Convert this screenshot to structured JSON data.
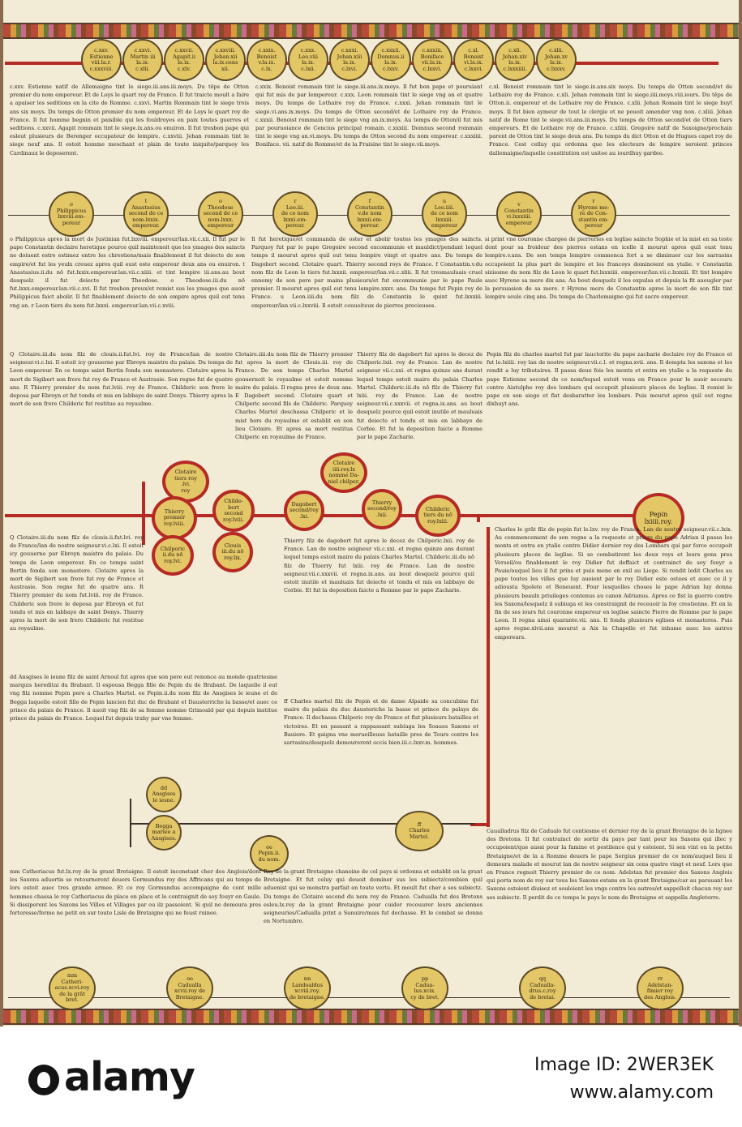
{
  "top_medallions": [
    "c.xxv.\nEstienne\nviii.la.r.\nc.xxxviii.",
    "c.xxvi.\nMartin iii\nla.ix.\nc.xlii.",
    "c.xxvii.\nAgapit.ii\nla.ix.\nc.xlv.",
    "c.xxviii.\nJehan.xii\nla.ix.cens\nxii.",
    "c.xxix.\nBenoist\nv.la.ix.\nc.lx.",
    "c.xxx.\nLeo.viii\nla.ix.\nc.lxii.",
    "c.xxxi.\nJehan.xiii\nla.ix.\nc.lxvi.",
    "c.xxxii.\nDomnus.ii\nla.ix.\nc.lxxv.",
    "c.xxxiii.\nBoniface\nvii.la.ix.\nc.lxxvi.",
    "c.xl.\nBenoist\nvi.la.ix.\nc.lxxvi.",
    "c.xli.\nJehan.xiv\nla.ix.\nc.lxxxiiii.",
    "c.xlii.\nJehan.xv\nla.ix.\nc.lxxxv."
  ],
  "emperor_medallions": [
    "o\nPhilippicus\nlxxviii.em-\npereur",
    "t\nAnastasius\nsecond de ce\nnom.lxxix.\nempereur.",
    "o\nTheodose\nsecond de ce\nnom.lxxx.\nempereur",
    "r\nLeo.iii.\nde ce nom\nlxxxi.em-\npereur.",
    "f\nConstantin\nv.de nom\nlxxxii.em-\npereur.",
    "u\nLeo.iiii.\nde ce nom\nlxxxiii.\nempereur",
    "v\nConstantin\nvi.lxxxiiii.\nempereur",
    "r\nHyrene me-\nre de Con-\nstantin em-\npereur"
  ],
  "king_medallions": {
    "clotaire": "Clotaire\ntiers roy\n.lvi.\nroy",
    "thierry": "Thierry\npremier\nroy.lviii.",
    "chilperic": "Chilperic\nii.du nō\nroy.lvi.",
    "childebert": "Childe-\nbert second\nroy.lviii.",
    "clouis": "Clouis\niii.du nō\nroy.lix.",
    "dagobert": "Dagobert\nsecond/roy\n.lxi.",
    "clotaire4": "Clotaire\niiii.roy.lx\nnomme Da-\nniel chilper.",
    "thierry2": "Thierry\nsecond/roy\n.lxii.",
    "childeric": "Childeric\ntiers du nō\nroy.lxiii.",
    "pepin": "Pepin\nlxiiii.roy.",
    "ansgises": "dd\nAnsgises\nle iesne.",
    "begga": "Begga\nmariee a\nAnsgises.",
    "pepin2": "ee\nPepin.ii.\ndu nom.",
    "charles": "ff\nCharles\nMartel."
  },
  "bottom_medallions": [
    "mm\nCatheri-\nacus.xcvi.roy\nde la grāt bret.",
    "oo\nCadualla\nxcvii.roy de\nBretaigne.",
    "nn\nLandoaldus\nxcviii.roy.\nde bretaigne.",
    "pp\nCadua-\nlus.xcix.\ncy de bret.",
    "qq\nCadualla-\ndrus.c.roy\nde bretai.",
    "rr\nAdelstan-\nfimier roy\ndes Anglois."
  ],
  "text": {
    "popes_left": "c.xxv. Estienne natif de Allemaigne tint le siege.iii.ans.iii.moys. Du tēps de Otton premier du nom empereur. Et de Loys le quart roy de France. Il fut traicte moult a faire a apaiser les seditions en la cite de Romme. c.xxvi. Martin Rommain tint le siege trois ans six moys. Du temps de Otton premier du nom empereur. Et de Loys le quart roy de France. Il fut homme begnin et paisible qui les fouldroyes en paix toutes guerres et seditions. c.xxvii. Agapit rommain tint le siege.ix.ans.ou enuiron. Il fut tresbon pape qui esleut plusieurs de Berenger occupateur de lempire. c.xxviii. Jehan rommain tint le siege neuf ans. Il estoit homme meschant et plain de toute iniquite/parquoy les Cardinaux le deposerent.",
    "popes_mid": "c.xxix. Benoist rommain tint le siege.iii.ans.ix.moys. Il fut bon pape et pouruiant qui fut mis de par lempereur. c.xxx. Leon rommain tint le siege vng an et quatre moys. Du temps de Lothaire roy de France. c.xxxi. Jehan rommain tint le siege.vi.ans.ix.moys. Du temps de Otton second/et de Lothaire roy de France. c.xxxii. Benoist rommain tint le siege vng an.ix.moys. Au temps de Otton/il fut mis par pouruoiance de Cencius principal romain. c.xxxiii. Domnus second rommain tint le siege vng an.vi.moys. Du temps de Otton second du nom empereur. c.xxxiiii. Boniface. vii. natif de Romme/et de la Fraisine tint le siege.vii.moys.",
    "popes_right": "c.xl. Benoist rommain tint le siege.ix.ans.six moys. Du temps de Otton second/et de Lothaire roy de France. c.xli. Jehan rommain tint le siege.iiii.moys.viii.iours. Du tēps de Otton.ii. empereur et de Lothaire roy de France. c.xlii. Jehan Romain tint le siege huyt moys. Il fut bien aymeur de tout le clergie et ne pouoit amender vng non. c.xliii. Jehan natif de Rome tint le siege.vii.ans.iii.moys. Du temps de Otton second/et de Otton tiers empereurs. Et de Lothaire roy de France. c.xliiii. Gregoire natif de Saxoigne/prochain parent de Otton tint le siege deux ans. Du temps du dict Otton et de Hugues capet roy de France. Cest celluy qui ordonna que les electeurs de lempire seroient princes dallemaigne/laquelle constitution est usitee au iourdhuy gardee.",
    "emperors_left": "o Philippicus apres la mort de Justinian fut.lxxviii. empereur/lan.vii.c.xii. Il fut par le pape Constantin declaire heretique pource quil maintenoit que les ymages des saincts ne doiuent estre estimez entre les chrestiens/mais finablement il fut deiecte de son empire/et fut les yeulx creuez apres quil eust este empereur deux ans ou enuiron. t Anastasius.ii.du nō fut.lxxix.empereur.lan.vii.c.xiiii. et tint lempire iii.ans.au bout desquelz il fut deiecte par Theodose. o Theodose.iii.du nō fut.lxxx.empereur.lan.vii.c.xvi. Il fut tresbon preux/et remist sus les ymages que auoit Philippicus faict abolir. Il fut finablement deiecte de son empire apres quil eut tenu vng an. r Leon tiers du nom fut.lxxxi. empereur.lan.vii.c.xviii.",
    "emperors_mid": "Il fut heretique/et commanda de oster et abolir toutes les ymages des saincts. Parquoy fut par le pape Gregoire second excommunie et mauldict/pendant lequel temps il mourut apres quil eut tenu lempire vingt et quatre ans. Du temps de Dagobert second. Clotaire quart. Thierry second roys de France. f Constantin.v.du nom filz de Leon le tiers fut.lxxxii. empereur/lan.vii.c.xliii. Il fut tresmauluais cruel ennemy de son pere par mains plusieurs/et fut excommunie par le pape Paule premier. Il mourut apres quil eut tenu lempire.xxxv. ans. Du temps fut Pepin roy de France. u Leon.iiii.du nom filz de Constantin le quint fut.lxxxiii. empereur/lan.vii.c.lxxviii. Il estoit couuoiteux de pierres precieuses.",
    "emperors_right": "si print vne couronne chargee de pierreries en leglise saincte Sophie et la mist en sa teste dont pour sa froideur des pierres estans en icelle il mourut apres quil eust tenu lempire.v.ans. De son temps lempire commenca fort a se diminuer car les sarrasins occupoient la plus part de lempire et les francoys dominoient en ytalie. v Constantin sixiesme du nom filz de Leon le quart fut.lxxxiiii. empereur/lan.vii.c.lxxxiii. Et tint lempire auec Hyrene sa mere dix ans. Au bout desquelz il les expulsa et depuis la fit aueugler par la persuasion de sa mere. r Hyrene mere de Constantin apres la mort de son filz tint lempire seule cinq ans. Du temps de Charlemaigne qui fut sacre empereur.",
    "kings_left": "Q Clotaire.iii.du nom filz de clouis.ii.fut.lvi. roy de France/lan de nostre seigneur.vi.c.lxi. Il estoit icy gouuerne par Ebroyn maistre du palais. Du temps de Leon empereur. En ce temps saint Bertin fonda son monastere. Clotaire apres la mort de Sigibert son frere fut roy de France et Austrasie. Son regne fut de quatre ans. R Thierry premier du nom fut.lviii. roy de France. Childeric son frere le deposa par Ebroyn et fut tondu et mis en labbaye de saint Denys. Thierry apres la mort de son frere Childeric fut restitue au royaulme.",
    "kings_mid": "Clotaire.iiii.du nom filz de Thierry premier fut apres la mort de Clouis.iii. roy de France. De son temps Charles Martel gouuernoit le royaulme et estoit nomme maire du palais. Il regna pres de deux ans. E Dagobert second. Clotaire quart et Chilperic second fils de Childeric. Parquoy Charles Martel deschassa Chilperic et le mist hors du royaulme et establit en son lieu Clotaire. Et apres sa mort restitua Chilperic en royaulme de France.",
    "kings_mid2": "Thierry filz de dagobert fut apres le decez de Chilperic.lxii. roy de France. Lan de nostre seigneur vii.c.xxi. et regna quinze ans durant lequel temps estoit maire du palais Charles Martel. Childeric.iii.du nō filz de Thierry fut lxiii. roy de France. Lan de nostre seigneur.vii.c.xxxvii. et regna.ix.ans. au bout desquelz pource quil estoit inutile et mauluais fut deiecte et tondu et mis en labbaye de Corbie. Et fut la deposition faicte a Romme par le pape Zacharie.",
    "kings_right": "Pepin filz de charles martel fut par lauctorite du pape zacharie declaire roy de France et fut le.lxiiii. roy lan de nostre seigneur.vii.c.l. et regna.xvii. ans. Il dompta les saxons et les rendit a luy tributaires. Il passa deux fois les monts et entra en ytalie a la requeste du pape Estienne second de ce nom/lequel estoit venu en France pour le auoir secouru contre Aistulphe roy des lombars qui occupoit plusieurs places de leglise. Il remist le pape en son siege et fist desbaratter les lombars. Puis mourut apres quil eut regne dixhuyt ans.",
    "charles_right": "Charles le grāt filz de pepin fut le.lxv. roy de France. Lan de nostre seigneur.vii.c.lxix. Au commencement de son regne a la requeste et priere du pape Adrian il passa les monts et entra en ytalie contre Didier dernier roy des Lombars qui par force occupoit plusieurs places de leglise. Si se combatirent les deux roys et leurs gens pres Verseil/ou finablement le roy Didier fut deffaict et contrainct de soy fouyr a Pauie/auquel lieu il fut prins et puis mene en exil au Liege. Si rendit ledit Charles au pape toutes les villes que luy auoient par le roy Didier este ostees et auec ce il y adiousta Spolete et Beneuent. Pour lesquelles choses le pape Adrian luy donna plusieurs beaulx priuileges contenus au canon Adrianus. Apres ce fist la guerre contre les Saxons/lesquelz il subiuga et les constraignit de receuoir la foy crestienne. Et en la fin de ses iours fut couronne empereur en leglise saincte Pierre de Romme par le pape Leon. Il regna ainsi quarante.vii. ans. Il fonda plusieurs eglises et monasteres. Puis apres regne.xlvii.ans mourut a Aix la Chapelle et fut inhume auec les autres empereurs.",
    "ansgises_text": "dd Ansgises le ieune filz de saint Arnoul fut apres que son pere eut renonce au monde quatriesme marquis hereditai du Brabant. Il espousa Begga fille de Pepin du de Brabant. De laquelle il eut vng filz nomme Pepin pere a Charles Martel. ee Pepin.ii.du nom filz de Ansgises le ieune et de Begga laquelle estoit fille de Pepin lancien fut duc de Brabant et Dausterriche la basse/et auec ce prince du palais de France. Il auoit vng filz de sa femme nomme Grimoald par qui depuis institue prince du palais de France. Lequel fut depuis trahy par vne femme.",
    "charles_martel": "ff Charles martel filz de Pepin et de dame Alpaide sa concubine fut maire du palais du duc dausteriche la basse et prince du palays de France. Il dechassa Chilperic roy de France et fist plusieurs batailles et victoires. Et en passant a rappassant subiuga les Soaues Saxons et Bauiere. Et gaigna vne merueilleuse bataille pres de Tours contre les sarrasins/desquelz demourerent occis bien.iii.c.lxxv.m. hommes.",
    "bretons_left": "mm Catheriacus fut.lx.roy de la grant Bretaigne. Il estoit inconstant cher des Anglois/dont les Saxons aduertis se retournerent deuers Gormundus roy des Affricans qui au temps de lors estoit auec tres grande armee. Et ce roy Gormundus accompaigne de cent mille hommes chassa le roy Catheriacus de place en place et le contraignit de soy fouyr en Gaule. Si dissiperent les Saxons les Villes et Villages par ou ilz passoient. Si quil ne demoura pres forteresse/ferme ne petit en sur toute Lisle de Bretaigne qui ne feust ruinee.",
    "bretons_mid": "Roy de la grant Bretaigne chanoine de cel pays si ordonna et establit en la grant Bretaigne. Et fut celuy qui deuoit dominer sus les subiectz/combien quil aduenist qui se monstra parfait en toute vertu. Et moult fut cher a ses subiectz. Du temps de Clotaire second du nom roy de France. Cadualla fut des Bretons esleu.lx.roy de la grant Bretaigne pour cuider recouurer leurs anciennes seigneuries/Cadualla print a Sanuire/mais fut dechasse. Et le combat se donna en Nortumbre.",
    "bretons_right": "Caualladrus filz de Cadualo fut centiesme et dernier roy de la grant Bretaigne de la lignee des Bretons. Il fut contrainct de sortir du pays par tant pour les Saxons qui illec y occupoient/que aussi pour la famine et pestilence qui y estoient. Si sen vint en la petite Bretaigne/et de la a Romme deuers le pape Sergius premier de ce nom/auquel lieu il demoura malade et mourut lan de nostre seigneur six cens quatre vingt et neuf. Lors que en France regnoit Thierry premier de ce nom. Adelstan fut premier des Saxons Anglois qui porta nom de roy sur tous les Saxons estans en la grant Bretaigne/car au parauant les Saxons estoient diuisez et souloient les vngs contre les autres/et sappelloit chacun roy sur ses subiectz. Il perdit de ce temps le pays le nom de Bretaigne et sappella Angleterre."
  },
  "watermark": {
    "brand": "alamy",
    "image_id_label": "Image ID: 2WER3EK",
    "url": "www.alamy.com"
  }
}
